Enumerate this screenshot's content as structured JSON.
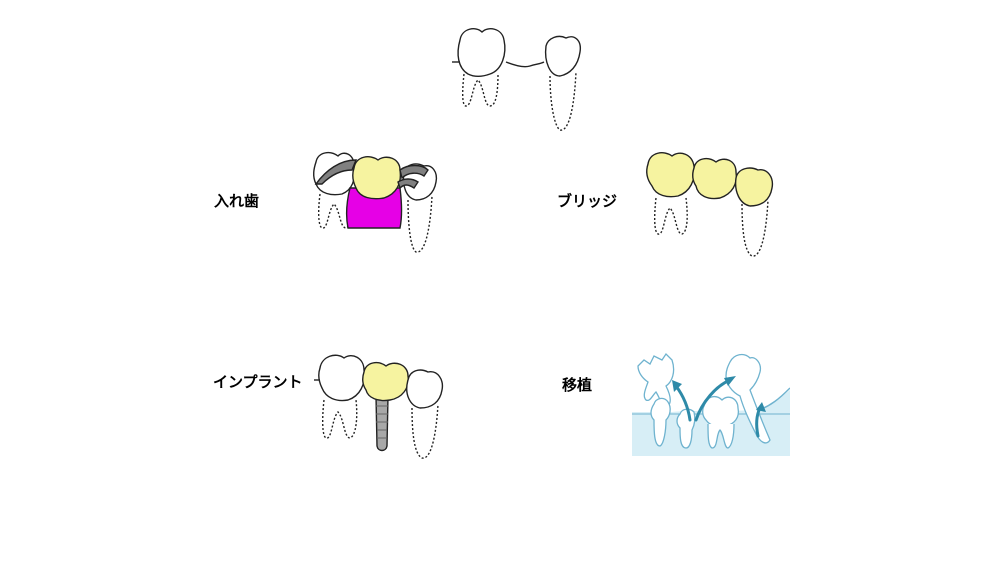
{
  "labels": {
    "denture": "入れ歯",
    "bridge": "ブリッジ",
    "implant": "インプラント",
    "transplant": "移植"
  },
  "colors": {
    "outline": "#222222",
    "crown_yellow": "#f6f3a0",
    "denture_base": "#e600e6",
    "clasp_gray": "#808080",
    "implant_gray": "#a8a8a8",
    "gum_blue": "#d7eef6",
    "arrow_blue": "#2e8aa8",
    "transplant_line": "#6fb3cf"
  },
  "icons": {
    "missing": "missing-tooth-icon",
    "denture": "partial-denture-icon",
    "bridge": "dental-bridge-icon",
    "implant": "dental-implant-icon",
    "transplant": "tooth-transplant-icon"
  }
}
